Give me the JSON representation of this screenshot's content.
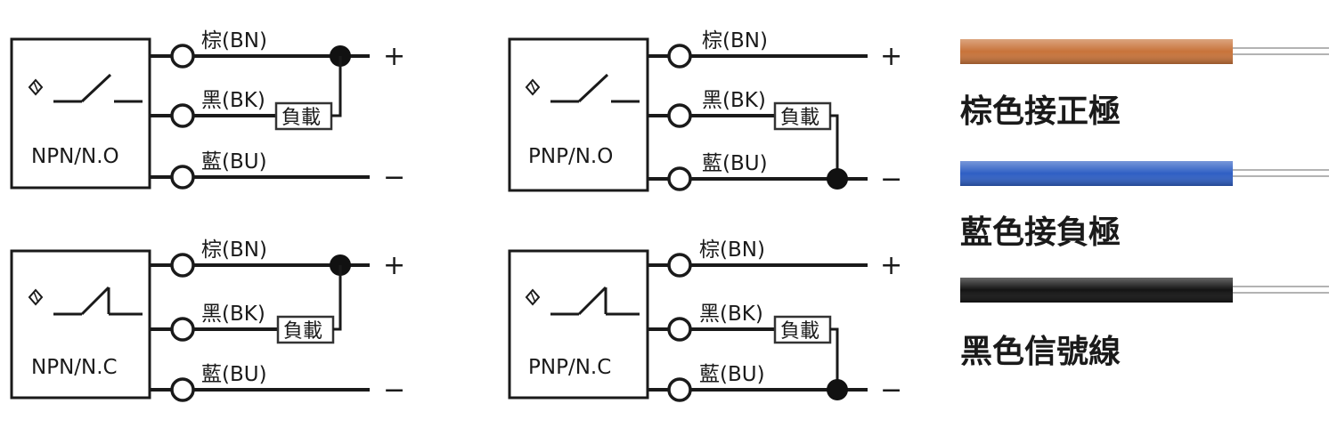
{
  "wire_labels": {
    "brown": "棕(BN)",
    "black": "黑(BK)",
    "blue": "藍(BU)"
  },
  "load_label": "負載",
  "signs": {
    "plus": "+",
    "minus": "−"
  },
  "circuits": [
    {
      "id": "npn-no",
      "label": "NPN/N.O",
      "type": "NPN",
      "contact": "N.O"
    },
    {
      "id": "pnp-no",
      "label": "PNP/N.O",
      "type": "PNP",
      "contact": "N.O"
    },
    {
      "id": "npn-nc",
      "label": "NPN/N.C",
      "type": "NPN",
      "contact": "N.C"
    },
    {
      "id": "pnp-nc",
      "label": "PNP/N.C",
      "type": "PNP",
      "contact": "N.C"
    }
  ],
  "legend": [
    {
      "text": "棕色接正極",
      "color": "#c8733a"
    },
    {
      "text": "藍色接負極",
      "color": "#2f5fc4"
    },
    {
      "text": "黑色信號線",
      "color": "#141414"
    }
  ]
}
